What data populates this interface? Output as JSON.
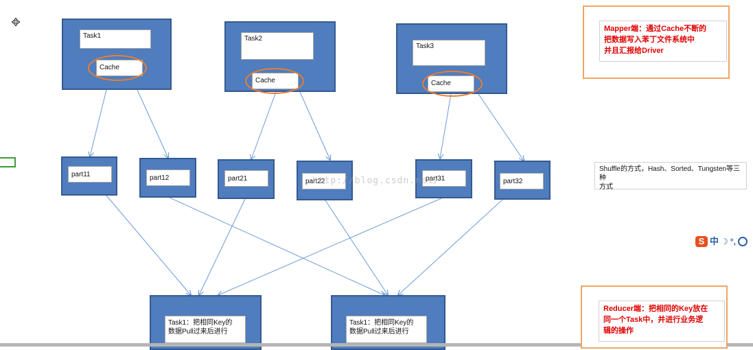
{
  "mapper": {
    "tasks": [
      {
        "label": "Task1",
        "cache": "Cache"
      },
      {
        "label": "Task2",
        "cache": "Cache"
      },
      {
        "label": "Task3",
        "cache": "Cache"
      }
    ]
  },
  "parts": [
    "part11",
    "part12",
    "part21",
    "part22",
    "part31",
    "part32"
  ],
  "reducer": {
    "tasks": [
      {
        "line1": "Task1：把相同Key的",
        "line2": "数据Pull过来后进行"
      },
      {
        "line1": "Task1：把相同Key的",
        "line2": "数据Pull过来后进行"
      }
    ]
  },
  "notes": {
    "mapper": {
      "line1": "Mapper端：通过Cache不断的",
      "line2": "把数据写入苯丁文件系统中",
      "line3": "并且汇报给Driver"
    },
    "shuffle": {
      "line1": "Shuffle的方式，Hash、Sorted、Tungsten等三种",
      "line2": "方式"
    },
    "reducer": {
      "line1": "Reducer端：把相同的Key放在",
      "line2": "同一个Task中，并进行业务逻",
      "line3": "辑的操作"
    }
  },
  "watermark": "http://blog.csdn.net/",
  "ime": {
    "badge": "S",
    "text": "中"
  },
  "colors": {
    "task_fill": "#4f7dbd",
    "cache_ring": "#ed7d31",
    "arrow": "#5b8fd0",
    "note_text": "#e00000"
  },
  "icons": [
    "move-cursor-icon",
    "ime-logo-icon"
  ]
}
